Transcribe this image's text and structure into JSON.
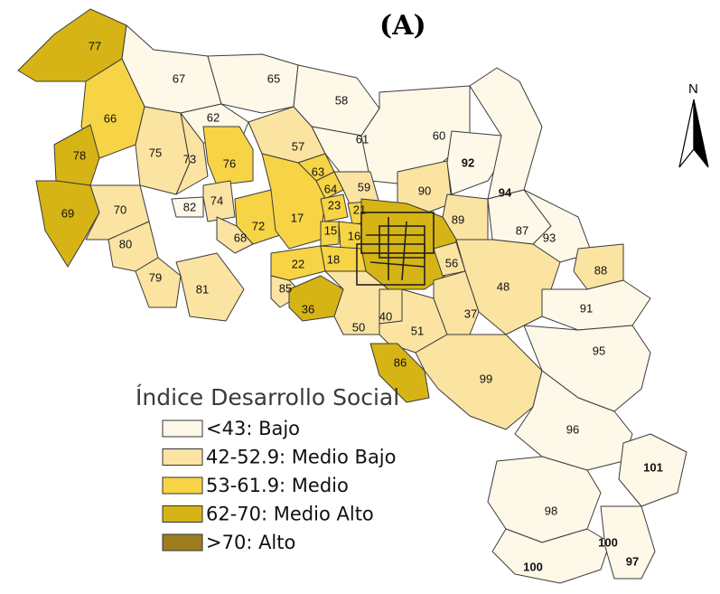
{
  "title": "(A)",
  "north_label": "N",
  "legend": {
    "title": "Índice Desarrollo Social",
    "items": [
      {
        "label": "<43: Bajo",
        "color": "#fdf8e8"
      },
      {
        "label": "42-52.9: Medio Bajo",
        "color": "#fbe3a2"
      },
      {
        "label": "53-61.9: Medio",
        "color": "#f7d445"
      },
      {
        "label": "62-70: Medio Alto",
        "color": "#d6b415"
      },
      {
        "label": ">70: Alto",
        "color": "#9c7e1e"
      }
    ]
  },
  "region_labels": [
    "77",
    "67",
    "65",
    "58",
    "66",
    "62",
    "61",
    "60",
    "78",
    "75",
    "73",
    "76",
    "57",
    "63",
    "64",
    "59",
    "90",
    "92",
    "94",
    "69",
    "70",
    "82",
    "74",
    "72",
    "17",
    "23",
    "21",
    "89",
    "87",
    "93",
    "68",
    "15",
    "16",
    "56",
    "88",
    "80",
    "22",
    "18",
    "48",
    "79",
    "81",
    "85",
    "36",
    "50",
    "40",
    "51",
    "37",
    "91",
    "95",
    "86",
    "99",
    "96",
    "101",
    "98",
    "100",
    "97"
  ]
}
